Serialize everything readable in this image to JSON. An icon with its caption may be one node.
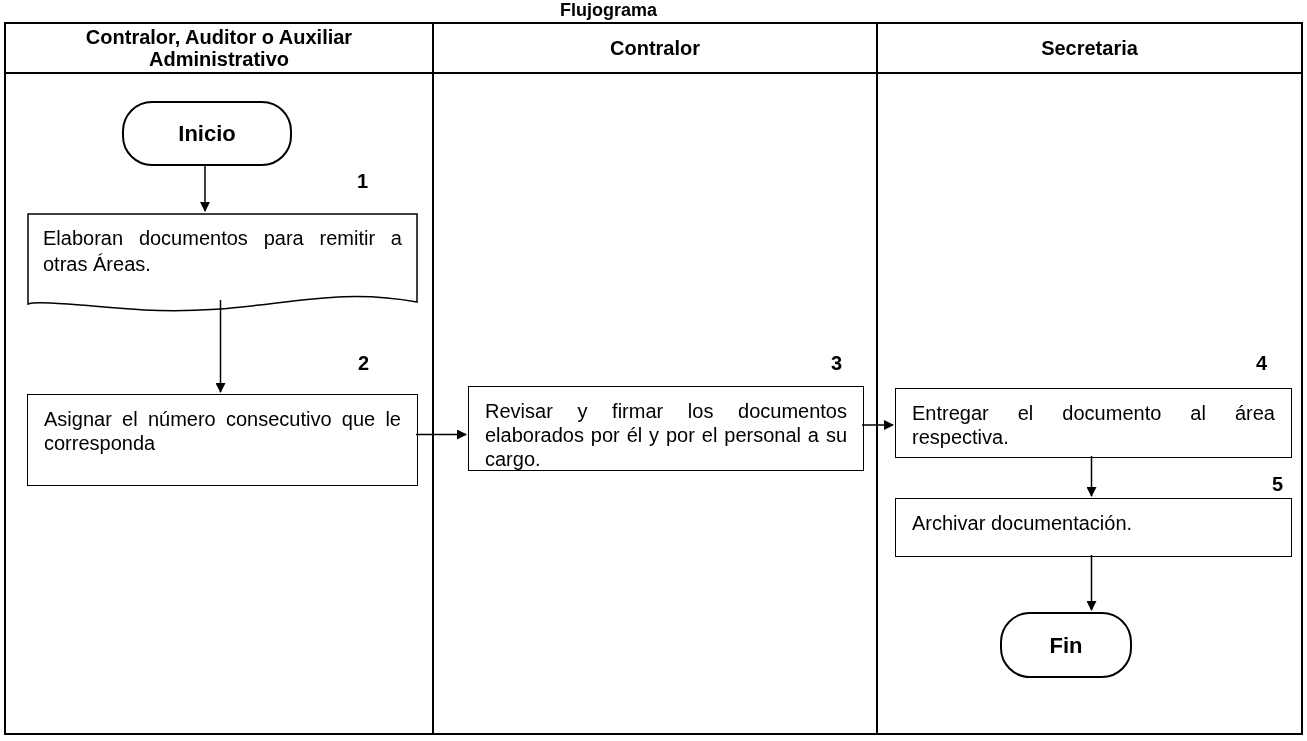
{
  "diagram": {
    "title": "Flujograma",
    "nodes": [
      {
        "text": [
          "Contralor, Auditor o Auxiliar Administrativo"
        ]
      },
      {
        "text": [
          "Contralor"
        ]
      },
      {
        "text": [
          "Secretaria"
        ]
      },
      {
        "text": [
          "Inicio"
        ],
        "in": 0
      },
      {
        "text": [
          "Elaboran documentos para remitir a otras Áreas."
        ],
        "in": 0,
        "beside": [
          "1"
        ]
      },
      {
        "text": [
          "Asignar el número consecutivo que le corresponda"
        ],
        "in": 0,
        "beside": [
          "2"
        ]
      },
      {
        "text": [
          "Revisar y firmar los documentos elaborados por él y por el personal a su cargo."
        ],
        "in": 1,
        "beside": [
          "3"
        ]
      },
      {
        "text": [
          "Entregar el documento al área respectiva."
        ],
        "in": 2,
        "beside": [
          "4"
        ]
      },
      {
        "text": [
          "Archivar documentación."
        ],
        "in": 2,
        "beside": [
          "5"
        ]
      },
      {
        "text": [
          "Fin"
        ],
        "in": 2
      }
    ],
    "edges": [
      {
        "from": 3,
        "to": 4,
        "arrow": "to"
      },
      {
        "from": 4,
        "to": 5,
        "arrow": "to"
      },
      {
        "from": 5,
        "to": 6,
        "arrow": "to"
      },
      {
        "from": 6,
        "to": 7,
        "arrow": "to"
      },
      {
        "from": 7,
        "to": 8,
        "arrow": "to"
      },
      {
        "from": 8,
        "to": 9,
        "arrow": "to"
      }
    ]
  }
}
